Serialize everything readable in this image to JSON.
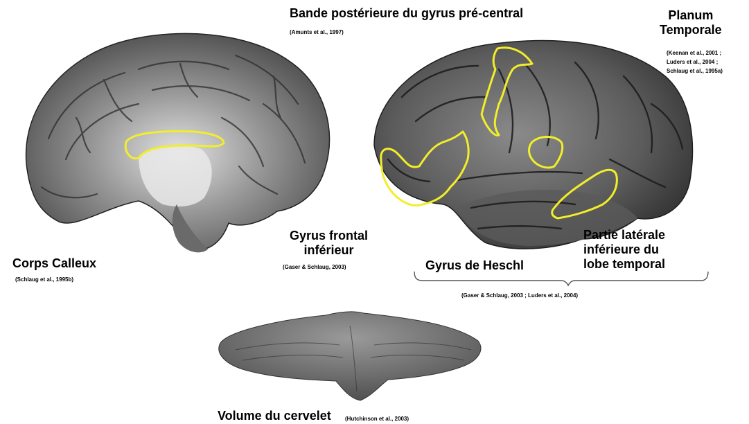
{
  "labels": {
    "precentral_title": "Bande postérieure du gyrus pré-central",
    "precentral_ref": "(Amunts et al., 1997)",
    "planum_title": "Planum\nTemporale",
    "planum_ref": "(Keenan et al., 2001 ;\nLuders et al., 2004 ;\nSchlaug et al., 1995a)",
    "frontal_title": "Gyrus frontal\ninférieur",
    "frontal_ref": "(Gaser & Schlaug, 2003)",
    "corpus_title": "Corps Calleux",
    "corpus_ref": "(Schlaug et al., 1995b)",
    "heschl_title": "Gyrus de Heschl",
    "temporal_title": "Partie latérale\ninférieure du\nlobe temporal",
    "bracket_ref": "(Gaser & Schlaug, 2003 ; Luders et al., 2004)",
    "cerebellum_title": "Volume du cervelet",
    "cerebellum_ref": "(Hutchinson et al., 2003)"
  },
  "colors": {
    "highlight": "#f2ee2a",
    "brain_dark": "#3f3f3f",
    "brain_mid": "#7a7a7a",
    "brain_light": "#cfcfcf",
    "cerebellum": "#6e6e6e"
  }
}
